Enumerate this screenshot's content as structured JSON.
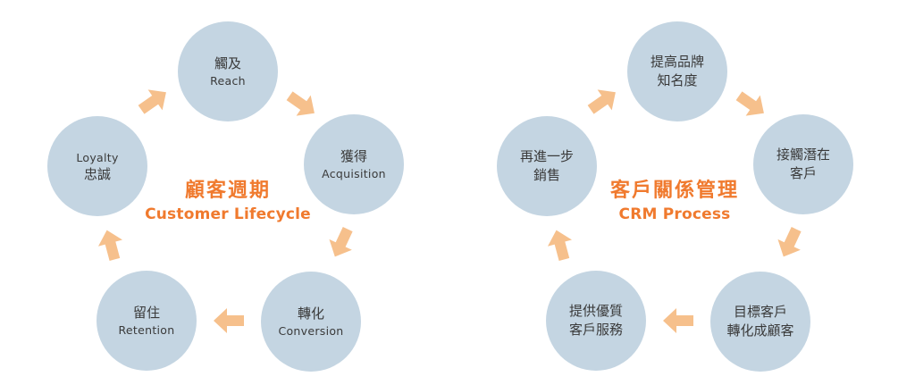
{
  "left_diagram": {
    "title_zh": "顧客週期",
    "title_en": "Customer Lifecycle",
    "nodes": [
      {
        "zh": "觸及",
        "en": "Reach"
      },
      {
        "zh": "獲得",
        "en": "Acquisition"
      },
      {
        "zh": "轉化",
        "en": "Conversion"
      },
      {
        "zh": "留住",
        "en": "Retention"
      },
      {
        "zh": "忠誠",
        "en": "Loyalty"
      }
    ]
  },
  "right_diagram": {
    "title_zh": "客戶關係管理",
    "title_en": "CRM Process",
    "nodes": [
      {
        "line1": "提高品牌",
        "line2": "知名度"
      },
      {
        "line1": "接觸潛在",
        "line2": "客戶"
      },
      {
        "line1": "目標客戶",
        "line2": "轉化成顧客"
      },
      {
        "line1": "提供優質",
        "line2": "客戶服務"
      },
      {
        "line1": "再進一步",
        "line2": "銷售"
      }
    ]
  },
  "colors": {
    "node_fill": "#c4d5e2",
    "arrow": "#f6c08c",
    "accent": "#f07a2e",
    "text": "#3a3a3a"
  }
}
